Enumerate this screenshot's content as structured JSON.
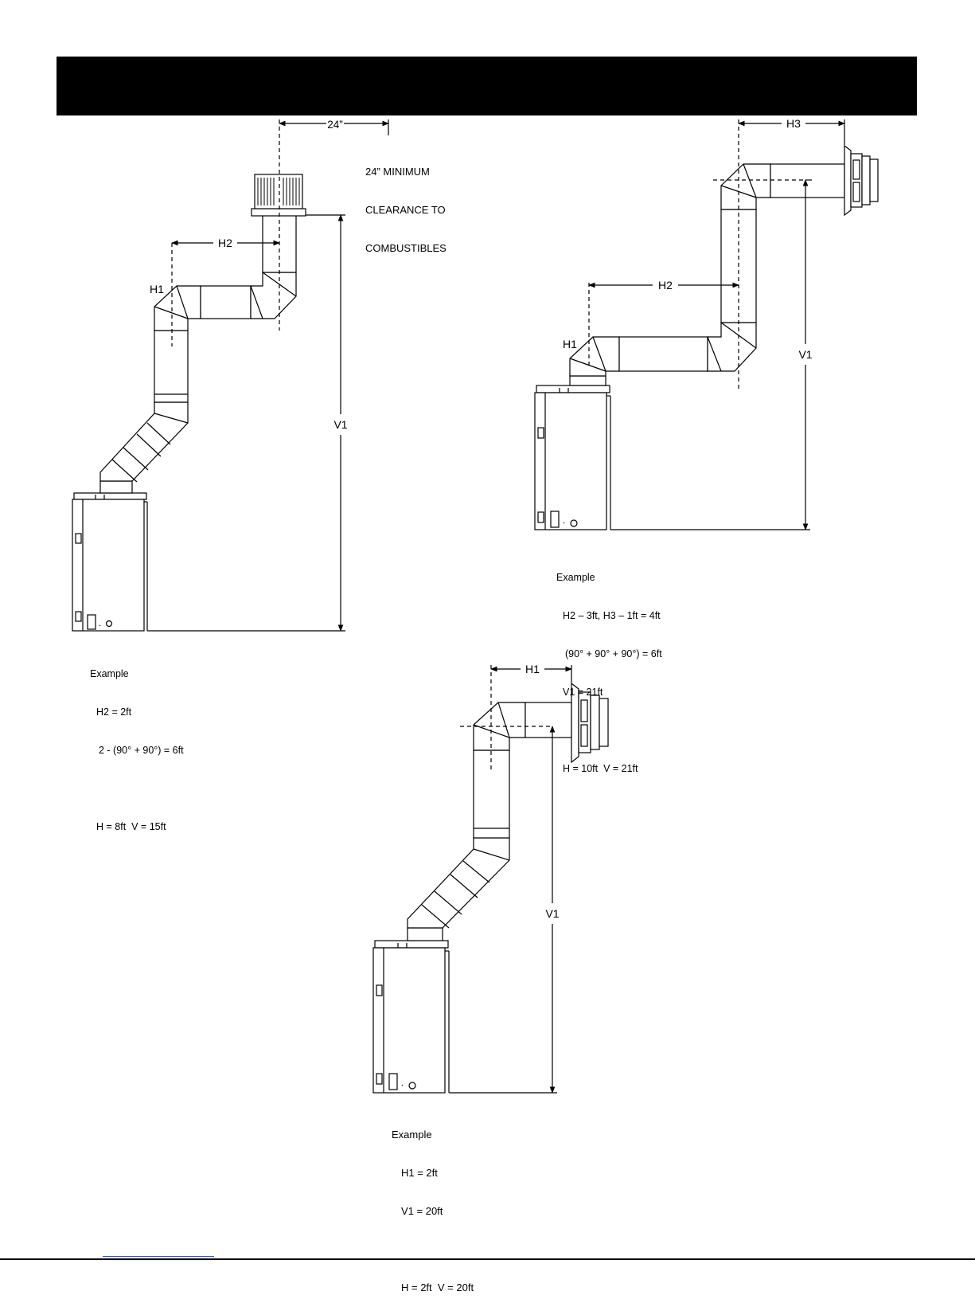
{
  "header": {
    "title": ""
  },
  "diagram1": {
    "clearance_dim": "24”",
    "clearance_note": [
      "24” MINIMUM",
      "CLEARANCE TO",
      "COMBUSTIBLES"
    ],
    "label_h1": "H1",
    "label_h2": "H2",
    "label_v1": "V1",
    "example": [
      "Example",
      "H2 = 2ft",
      "2 - (90° + 90°) = 6ft",
      "",
      "H = 8ft  V = 15ft"
    ]
  },
  "diagram2": {
    "label_h1": "H1",
    "label_h2": "H2",
    "label_h3": "H3",
    "label_v1": "V1",
    "example": [
      "Example",
      "H2 – 3ft, H3 – 1ft = 4ft",
      "(90° + 90° + 90°) = 6ft",
      "V1 = 21ft",
      "",
      "H = 10ft  V = 21ft"
    ]
  },
  "diagram3": {
    "label_h1": "H1",
    "label_v1": "V1",
    "example": [
      "Example",
      "H1 = 2ft",
      "V1 = 20ft",
      "",
      "H = 2ft  V = 20ft"
    ]
  },
  "colors": {
    "ink": "#000000",
    "paper": "#ffffff",
    "link": "#3355cc"
  }
}
